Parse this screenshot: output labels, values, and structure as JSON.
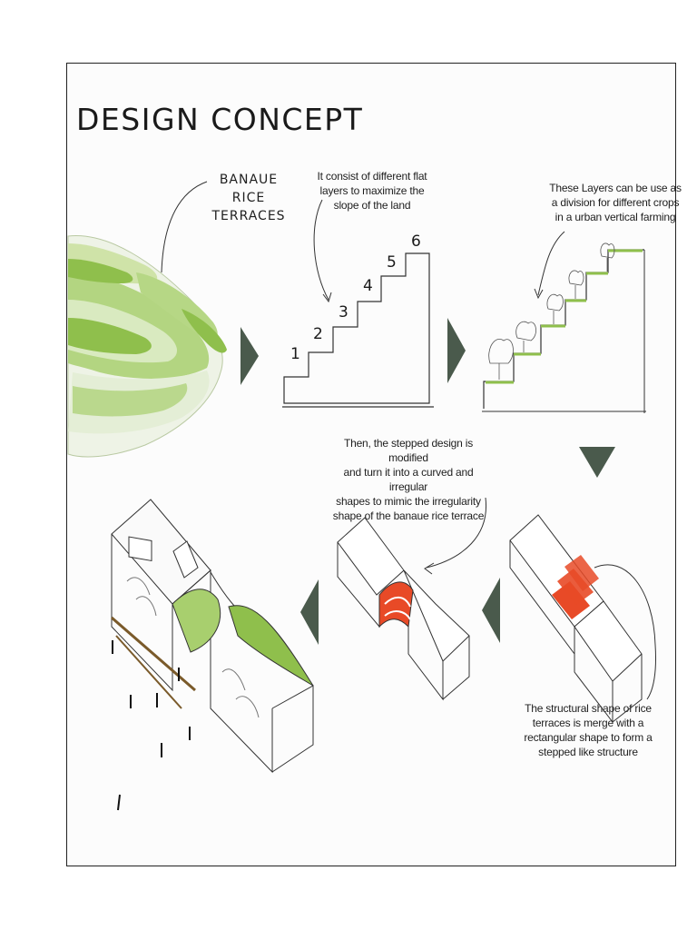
{
  "title": "DESIGN CONCEPT",
  "terrace_label": [
    "BANAUE RICE",
    "TERRACES"
  ],
  "notes": {
    "flat_layers": [
      "It consist of different flat",
      "layers to maximize the",
      "slope of the land"
    ],
    "layers_division": [
      "These Layers can be use as",
      "a division for different crops",
      "in a urban vertical farming"
    ],
    "curved_shapes": [
      "Then, the stepped design is modified",
      "and turn it into a curved and irregular",
      "shapes to mimic the irregularity",
      "shape of the banaue rice terrace"
    ],
    "structural_shape": [
      "The structural shape of rice",
      "terraces  is merge with a",
      "rectangular shape to form a",
      "stepped like structure"
    ]
  },
  "step_numbers": [
    "1",
    "2",
    "3",
    "4",
    "5",
    "6"
  ],
  "colors": {
    "frame": "#222222",
    "arrow": "#4a5a4c",
    "green": "#8fbf4c",
    "light_green": "#c6e09a",
    "orange": "#e84a27",
    "line": "#333333"
  }
}
